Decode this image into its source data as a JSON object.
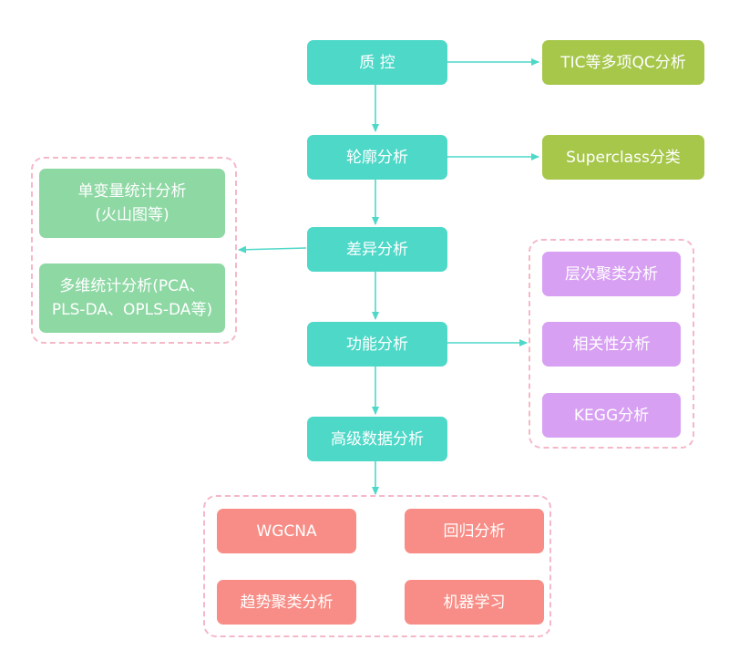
{
  "main_flow": [
    {
      "id": "qc",
      "label": "质 控"
    },
    {
      "id": "profile",
      "label": "轮廓分析"
    },
    {
      "id": "diff",
      "label": "差异分析"
    },
    {
      "id": "func",
      "label": "功能分析"
    },
    {
      "id": "advanced",
      "label": "高级数据分析"
    }
  ],
  "side_boxes": {
    "qc_detail": "TIC等多项QC分析",
    "superclass": "Superclass分类"
  },
  "stats_group": {
    "univariate": {
      "line1": "单变量统计分析",
      "line2": "(火山图等)"
    },
    "multivariate": {
      "line1": "多维统计分析(PCA、",
      "line2": "PLS-DA、OPLS-DA等)"
    }
  },
  "function_group": {
    "items": [
      "层次聚类分析",
      "相关性分析",
      "KEGG分析"
    ]
  },
  "advanced_group": {
    "items": [
      "WGCNA",
      "回归分析",
      "趋势聚类分析",
      "机器学习"
    ]
  },
  "colors": {
    "main": "#4dd8c8",
    "side": "#a6c74a",
    "stats": "#8ed8a4",
    "function": "#d7a0f3",
    "advanced": "#f78d86",
    "dash": "#f5b8c8",
    "arrow": "#4dd8c8"
  }
}
